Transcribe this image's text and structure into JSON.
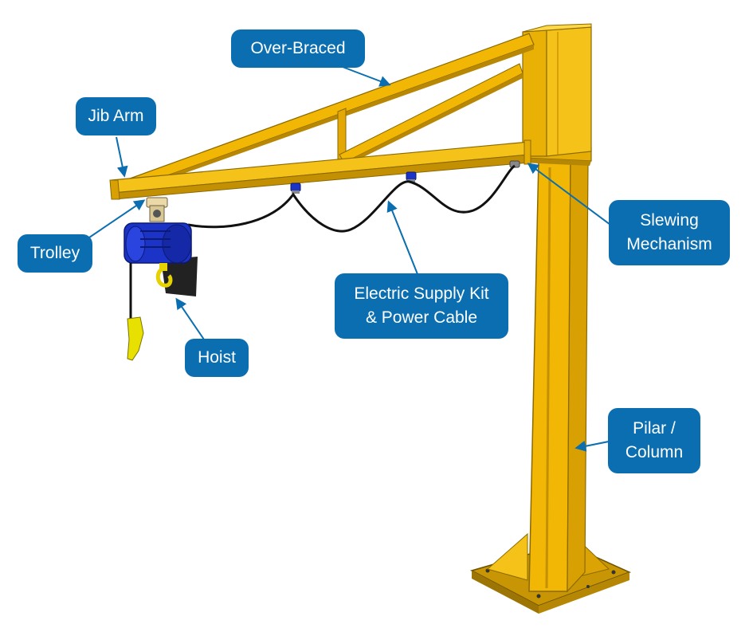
{
  "labels": {
    "over_braced": "Over-Braced",
    "jib_arm": "Jib Arm",
    "trolley": "Trolley",
    "hoist": "Hoist",
    "electric_supply": "Electric Supply Kit\n& Power Cable",
    "slewing": "Slewing\nMechanism",
    "pillar": "Pilar /\nColumn"
  },
  "colors": {
    "label_bg": "#0a6eb0",
    "label_text": "#ffffff",
    "steel_yellow": "#f2b705",
    "hoist_blue": "#1c33c8",
    "cable": "#111111"
  }
}
